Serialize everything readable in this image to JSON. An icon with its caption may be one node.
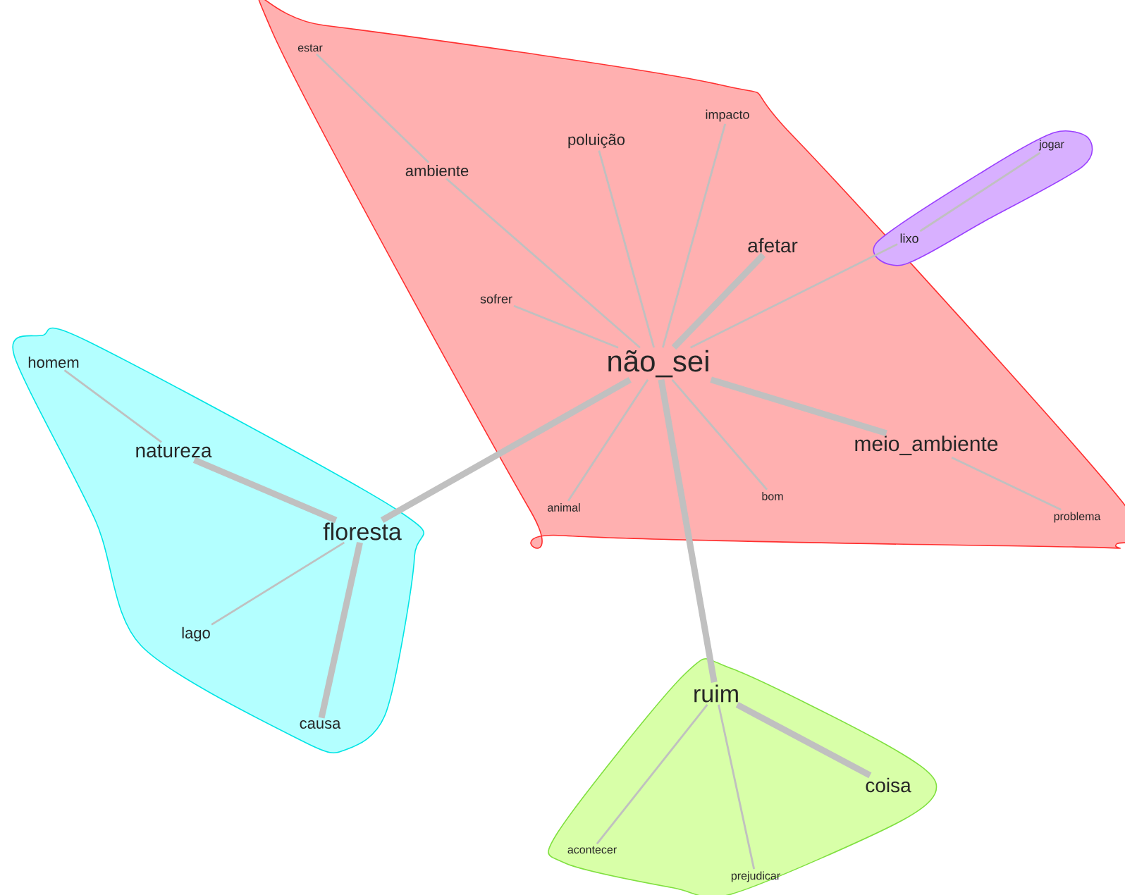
{
  "diagram": {
    "nodes": [
      {
        "text": [],
        "shape": "cloud"
      },
      {
        "text": [
          "estar"
        ],
        "in": 0
      },
      {
        "text": [
          "impacto"
        ],
        "in": 0
      },
      {
        "text": [
          "poluição"
        ],
        "in": 0
      },
      {
        "text": [
          "ambiente"
        ],
        "in": 0
      },
      {
        "text": [
          "afetar"
        ],
        "in": 0
      },
      {
        "text": [
          "sofrer"
        ],
        "in": 0
      },
      {
        "text": [
          "não_sei"
        ],
        "in": 0
      },
      {
        "text": [
          "meio_ambiente"
        ],
        "in": 0
      },
      {
        "text": [
          "bom"
        ],
        "in": 0
      },
      {
        "text": [
          "animal"
        ],
        "in": 0
      },
      {
        "text": [
          "problema"
        ],
        "in": 0
      },
      {
        "text": [],
        "shape": "cloud"
      },
      {
        "text": [
          "jogar"
        ],
        "in": 12
      },
      {
        "text": [
          "lixo"
        ],
        "in": 12
      },
      {
        "text": [],
        "shape": "cloud"
      },
      {
        "text": [
          "homem"
        ],
        "in": 15
      },
      {
        "text": [
          "natureza"
        ],
        "in": 15
      },
      {
        "text": [
          "floresta"
        ],
        "in": 15
      },
      {
        "text": [
          "lago"
        ],
        "in": 15
      },
      {
        "text": [
          "causa"
        ],
        "in": 15
      },
      {
        "text": [],
        "shape": "cloud"
      },
      {
        "text": [
          "ruim"
        ],
        "in": 21
      },
      {
        "text": [
          "coisa"
        ],
        "in": 21
      },
      {
        "text": [
          "acontecer"
        ],
        "in": 21
      },
      {
        "text": [
          "prejudicar"
        ],
        "in": 21
      }
    ],
    "edges": [
      {
        "from": 1,
        "to": 4,
        "arrow": "none"
      },
      {
        "from": 4,
        "to": 7,
        "arrow": "none"
      },
      {
        "from": 3,
        "to": 7,
        "arrow": "none"
      },
      {
        "from": 2,
        "to": 7,
        "arrow": "none"
      },
      {
        "from": 5,
        "to": 7,
        "arrow": "none",
        "style": "thick"
      },
      {
        "from": 6,
        "to": 7,
        "arrow": "none"
      },
      {
        "from": 14,
        "to": 7,
        "arrow": "none"
      },
      {
        "from": 14,
        "to": 13,
        "arrow": "none"
      },
      {
        "from": 7,
        "to": 8,
        "arrow": "none",
        "style": "thick"
      },
      {
        "from": 8,
        "to": 11,
        "arrow": "none"
      },
      {
        "from": 7,
        "to": 10,
        "arrow": "none"
      },
      {
        "from": 7,
        "to": 9,
        "arrow": "none"
      },
      {
        "from": 7,
        "to": 18,
        "arrow": "none",
        "style": "thick"
      },
      {
        "from": 7,
        "to": 22,
        "arrow": "none",
        "style": "thick"
      },
      {
        "from": 18,
        "to": 17,
        "arrow": "none",
        "style": "thick"
      },
      {
        "from": 17,
        "to": 16,
        "arrow": "none"
      },
      {
        "from": 18,
        "to": 19,
        "arrow": "none"
      },
      {
        "from": 18,
        "to": 20,
        "arrow": "none",
        "style": "thick"
      },
      {
        "from": 22,
        "to": 23,
        "arrow": "none",
        "style": "thick"
      },
      {
        "from": 22,
        "to": 24,
        "arrow": "none"
      },
      {
        "from": 22,
        "to": 25,
        "arrow": "none"
      }
    ]
  }
}
